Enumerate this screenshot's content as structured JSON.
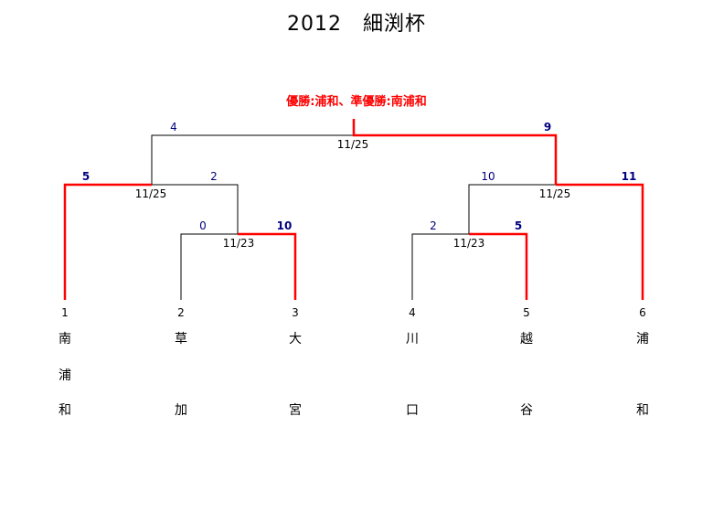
{
  "title": "2012　細渕杯",
  "result": "優勝:浦和、準優勝:南浦和",
  "colors": {
    "winner_path": "#ff0000",
    "score": "#000080",
    "line": "#000000"
  },
  "teams": [
    {
      "seed": "1",
      "name": [
        "南",
        "浦",
        "和"
      ]
    },
    {
      "seed": "2",
      "name": [
        "草",
        "",
        "加"
      ]
    },
    {
      "seed": "3",
      "name": [
        "大",
        "",
        "宮"
      ]
    },
    {
      "seed": "4",
      "name": [
        "川",
        "",
        "口"
      ]
    },
    {
      "seed": "5",
      "name": [
        "越",
        "",
        "谷"
      ]
    },
    {
      "seed": "6",
      "name": [
        "浦",
        "",
        "和"
      ]
    }
  ],
  "matches": [
    {
      "id": "r1-left",
      "date": "11/23",
      "left_score": "0",
      "right_score": "10",
      "winner": "right"
    },
    {
      "id": "r1-right",
      "date": "11/23",
      "left_score": "2",
      "right_score": "5",
      "winner": "right"
    },
    {
      "id": "sf-left",
      "date": "11/25",
      "left_score": "5",
      "right_score": "2",
      "winner": "left"
    },
    {
      "id": "sf-right",
      "date": "11/25",
      "left_score": "10",
      "right_score": "11",
      "winner": "right"
    },
    {
      "id": "final",
      "date": "11/25",
      "left_score": "4",
      "right_score": "9",
      "winner": "right"
    }
  ]
}
